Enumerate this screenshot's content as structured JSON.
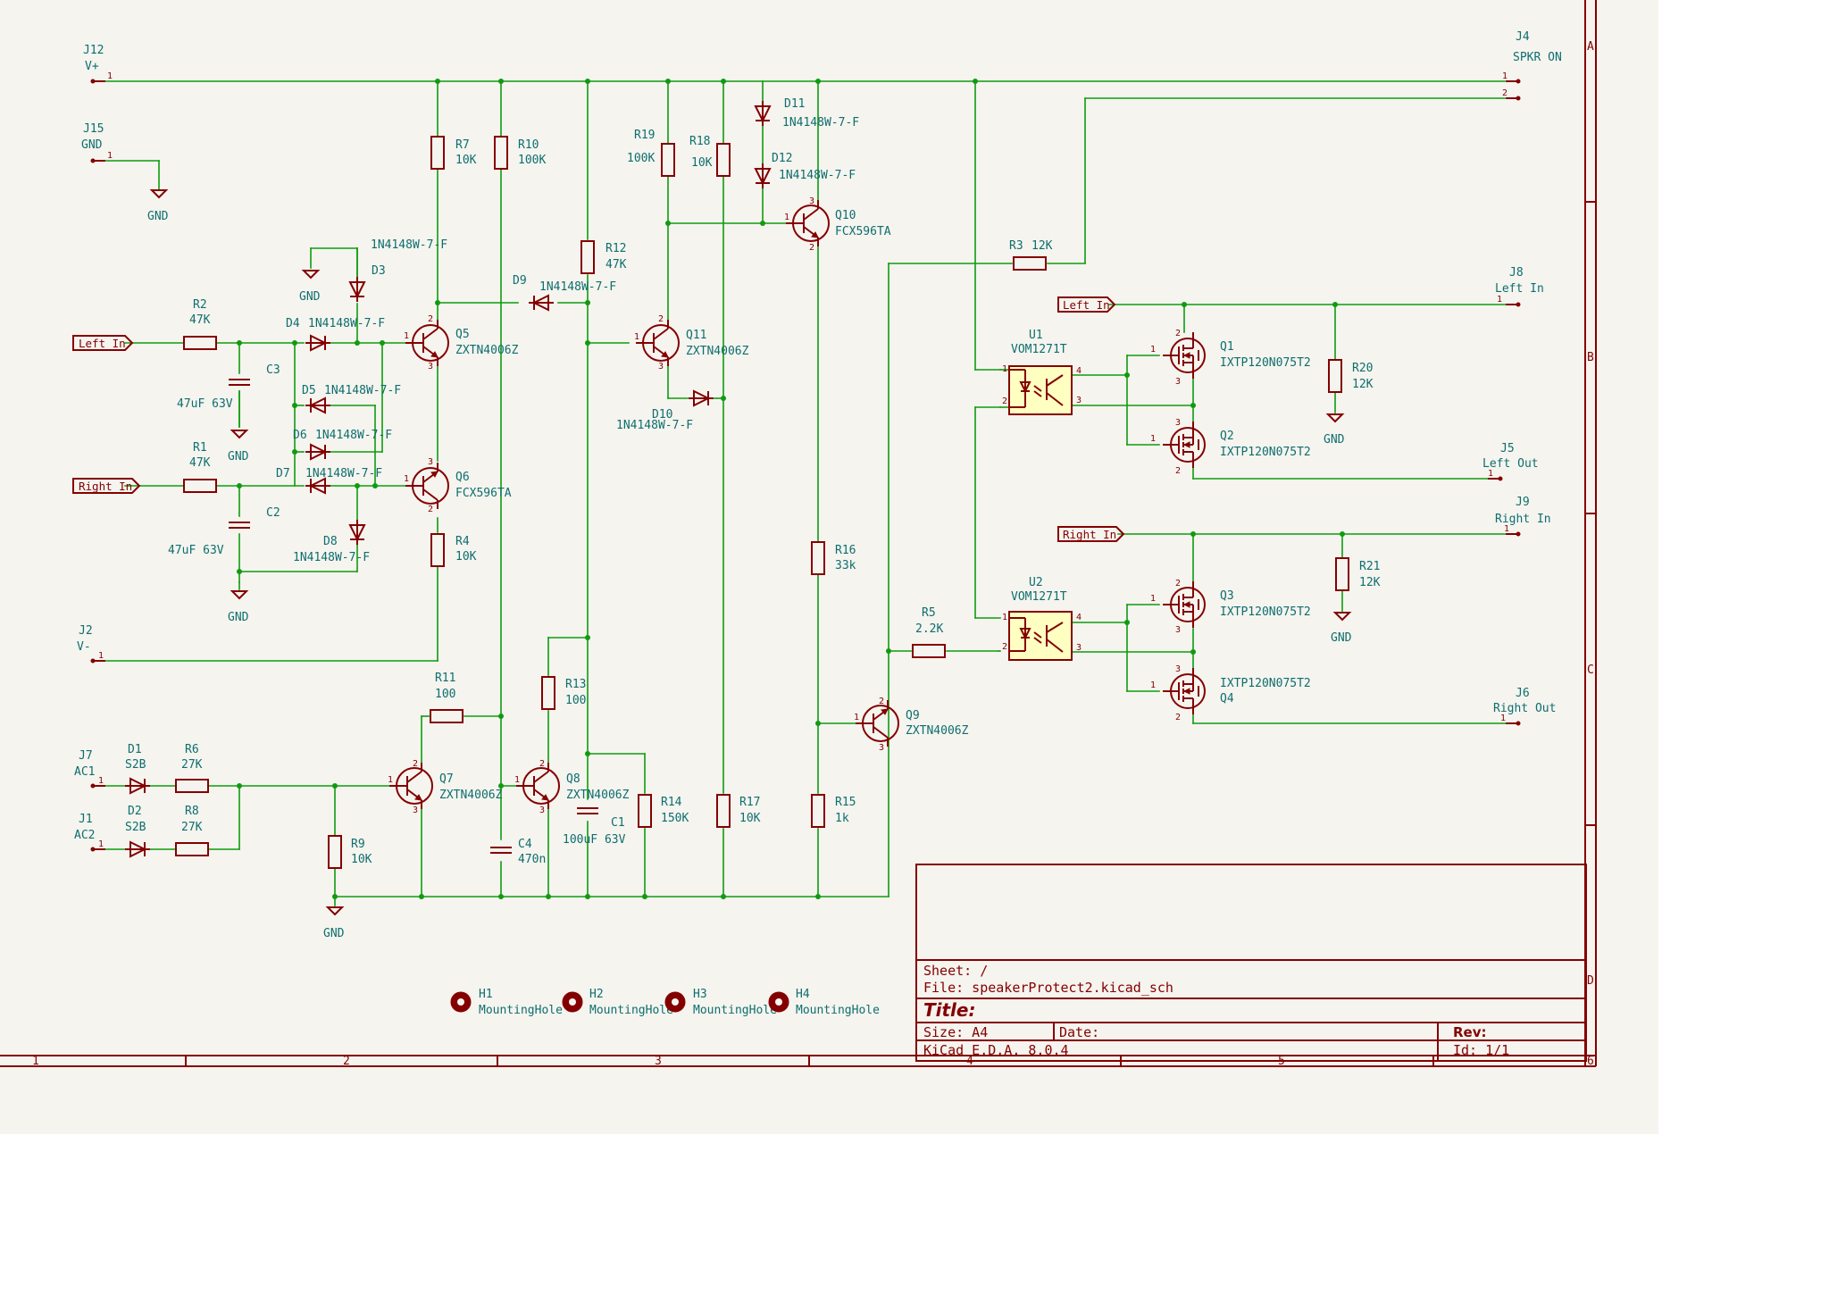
{
  "frame": {
    "columns": [
      "1",
      "2",
      "3",
      "4",
      "5",
      "6"
    ],
    "rows": [
      "A",
      "B",
      "C",
      "D"
    ]
  },
  "title_block": {
    "sheet": "Sheet: /",
    "file": "File: speakerProtect2.kicad_sch",
    "title": "Title:",
    "size": "Size: A4",
    "date": "Date:",
    "rev": "Rev:",
    "tool": "KiCad E.D.A. 8.0.4",
    "id": "Id: 1/1"
  },
  "connectors": {
    "j12": {
      "ref": "J12",
      "value": "V+",
      "pin": "1"
    },
    "j15": {
      "ref": "J15",
      "value": "GND",
      "pin": "1"
    },
    "j2": {
      "ref": "J2",
      "value": "V-",
      "pin": "1"
    },
    "j7": {
      "ref": "J7",
      "value": "AC1",
      "pin": "1"
    },
    "j1": {
      "ref": "J1",
      "value": "AC2",
      "pin": "1"
    },
    "j4": {
      "ref": "J4",
      "value": "SPKR ON",
      "pin1": "1",
      "pin2": "2"
    },
    "j8": {
      "ref": "J8",
      "value": "Left In",
      "pin": "1"
    },
    "j5": {
      "ref": "J5",
      "value": "Left Out",
      "pin": "1"
    },
    "j9": {
      "ref": "J9",
      "value": "Right In",
      "pin": "1"
    },
    "j6": {
      "ref": "J6",
      "value": "Right Out",
      "pin": "1"
    }
  },
  "labels": {
    "left_in": "Left In",
    "right_in": "Right In",
    "gnd": "GND"
  },
  "resistors": {
    "r1": {
      "ref": "R1",
      "value": "47K"
    },
    "r2": {
      "ref": "R2",
      "value": "47K"
    },
    "r3": {
      "ref": "R3",
      "value": "12K"
    },
    "r4": {
      "ref": "R4",
      "value": "10K"
    },
    "r5": {
      "ref": "R5",
      "value": "2.2K"
    },
    "r6": {
      "ref": "R6",
      "value": "27K"
    },
    "r7": {
      "ref": "R7",
      "value": "10K"
    },
    "r8": {
      "ref": "R8",
      "value": "27K"
    },
    "r9": {
      "ref": "R9",
      "value": "10K"
    },
    "r10": {
      "ref": "R10",
      "value": "100K"
    },
    "r11": {
      "ref": "R11",
      "value": "100"
    },
    "r12": {
      "ref": "R12",
      "value": "47K"
    },
    "r13": {
      "ref": "R13",
      "value": "100"
    },
    "r14": {
      "ref": "R14",
      "value": "150K"
    },
    "r15": {
      "ref": "R15",
      "value": "1k"
    },
    "r16": {
      "ref": "R16",
      "value": "33k"
    },
    "r17": {
      "ref": "R17",
      "value": "10K"
    },
    "r18": {
      "ref": "R18",
      "value": "10K"
    },
    "r19": {
      "ref": "R19",
      "value": "100K"
    },
    "r20": {
      "ref": "R20",
      "value": "12K"
    },
    "r21": {
      "ref": "R21",
      "value": "12K"
    }
  },
  "capacitors": {
    "c1": {
      "ref": "C1",
      "value": "100uF 63V"
    },
    "c2": {
      "ref": "C2",
      "value": "47uF 63V"
    },
    "c3": {
      "ref": "C3",
      "value": "47uF 63V"
    },
    "c4": {
      "ref": "C4",
      "value": "470n"
    }
  },
  "diodes": {
    "d1": {
      "ref": "D1",
      "value": "S2B"
    },
    "d2": {
      "ref": "D2",
      "value": "S2B"
    },
    "d3": {
      "ref": "D3",
      "value": "1N4148W-7-F"
    },
    "d4": {
      "ref": "D4",
      "value": "1N4148W-7-F"
    },
    "d5": {
      "ref": "D5",
      "value": "1N4148W-7-F"
    },
    "d6": {
      "ref": "D6",
      "value": "1N4148W-7-F"
    },
    "d7": {
      "ref": "D7",
      "value": "1N4148W-7-F"
    },
    "d8": {
      "ref": "D8",
      "value": "1N4148W-7-F"
    },
    "d9": {
      "ref": "D9",
      "value": "1N4148W-7-F"
    },
    "d10": {
      "ref": "D10",
      "value": "1N4148W-7-F"
    },
    "d11": {
      "ref": "D11",
      "value": "1N4148W-7-F"
    },
    "d12": {
      "ref": "D12",
      "value": "1N4148W-7-F"
    }
  },
  "transistors": {
    "q5": {
      "ref": "Q5",
      "value": "ZXTN4006Z"
    },
    "q6": {
      "ref": "Q6",
      "value": "FCX596TA"
    },
    "q7": {
      "ref": "Q7",
      "value": "ZXTN4006Z"
    },
    "q8": {
      "ref": "Q8",
      "value": "ZXTN4006Z"
    },
    "q9": {
      "ref": "Q9",
      "value": "ZXTN4006Z"
    },
    "q10": {
      "ref": "Q10",
      "value": "FCX596TA"
    },
    "q11": {
      "ref": "Q11",
      "value": "ZXTN4006Z"
    }
  },
  "mosfets": {
    "q1": {
      "ref": "Q1",
      "value": "IXTP120N075T2"
    },
    "q2": {
      "ref": "Q2",
      "value": "IXTP120N075T2"
    },
    "q3": {
      "ref": "Q3",
      "value": "IXTP120N075T2"
    },
    "q4": {
      "ref": "Q4",
      "value": "IXTP120N075T2"
    }
  },
  "optocouplers": {
    "u1": {
      "ref": "U1",
      "value": "VOM1271T"
    },
    "u2": {
      "ref": "U2",
      "value": "VOM1271T"
    }
  },
  "mounting_holes": {
    "h1": {
      "ref": "H1",
      "value": "MountingHole"
    },
    "h2": {
      "ref": "H2",
      "value": "MountingHole"
    },
    "h3": {
      "ref": "H3",
      "value": "MountingHole"
    },
    "h4": {
      "ref": "H4",
      "value": "MountingHole"
    }
  },
  "pin_numbers": {
    "p1": "1",
    "p2": "2",
    "p3": "3",
    "p4": "4"
  }
}
